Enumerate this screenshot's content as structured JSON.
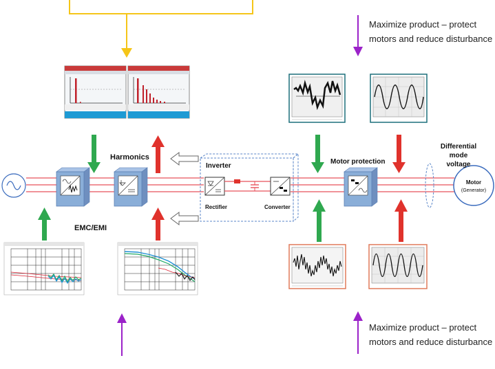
{
  "texts": {
    "top_note_line1": "Maximize product – protect",
    "top_note_line2": "motors and reduce disturbance",
    "bottom_note_line1": "Maximize product – protect",
    "bottom_note_line2": "motors and reduce disturbance",
    "harmonics": "Harmonics",
    "emc": "EMC/EMI",
    "inverter": "Inverter",
    "rectifier": "Rectifier",
    "converter": "Converter",
    "motor_protection": "Motor protection",
    "diff_line1": "Differential",
    "diff_line2": "mode",
    "diff_line3": "voltage",
    "motor": "Motor",
    "generator": "(Generator)"
  },
  "colors": {
    "yellow": "#f5c518",
    "purple": "#9b22c9",
    "green": "#2fa84f",
    "red": "#e0322c",
    "line_red": "#e8505a",
    "block_blue": "#8aaed8",
    "dashed_blue": "#5a86c8"
  },
  "icons": {
    "source": "ac-source-icon",
    "filter": "filter-block-icon",
    "motor": "motor-icon"
  }
}
